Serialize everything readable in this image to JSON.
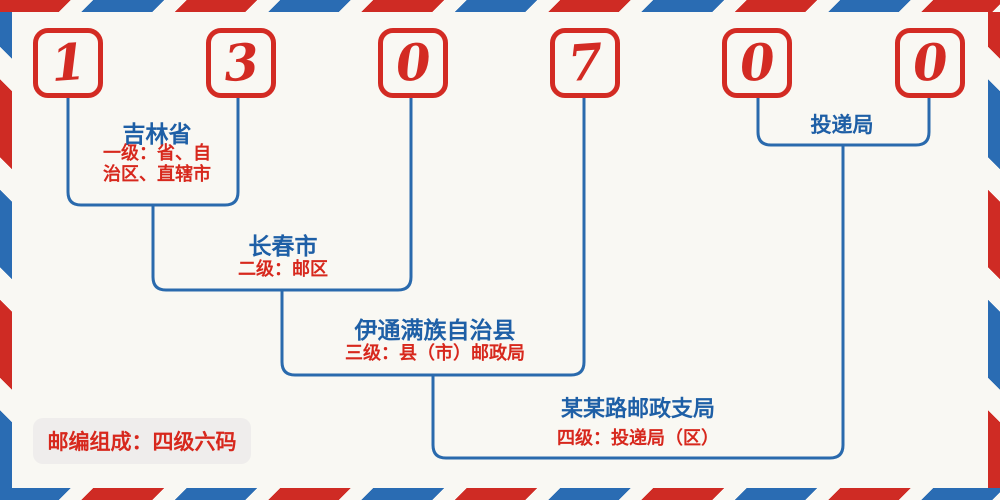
{
  "postal_code": {
    "digits": [
      "1",
      "3",
      "0",
      "7",
      "0",
      "0"
    ]
  },
  "annotations": {
    "level1": {
      "name": "吉林省",
      "desc": "一级：省、自治区、直辖市"
    },
    "level2": {
      "name": "长春市",
      "desc": "二级：邮区"
    },
    "level3": {
      "name": "伊通满族自治县",
      "desc": "三级：县（市）邮政局"
    },
    "level4": {
      "name": "某某路邮政支局",
      "desc": "四级：投递局（区）"
    },
    "delivery": {
      "name": "投递局"
    }
  },
  "footer": {
    "note": "邮编组成：四级六码"
  },
  "colors": {
    "digit_red": "#d32b23",
    "text_red": "#d7281d",
    "text_blue": "#1e5fa6",
    "line_blue": "#2a6aad",
    "stripe_red": "#cf2b24",
    "stripe_blue": "#2a6cb3",
    "background": "#f9f8f3",
    "footer_box": "#efedec"
  }
}
